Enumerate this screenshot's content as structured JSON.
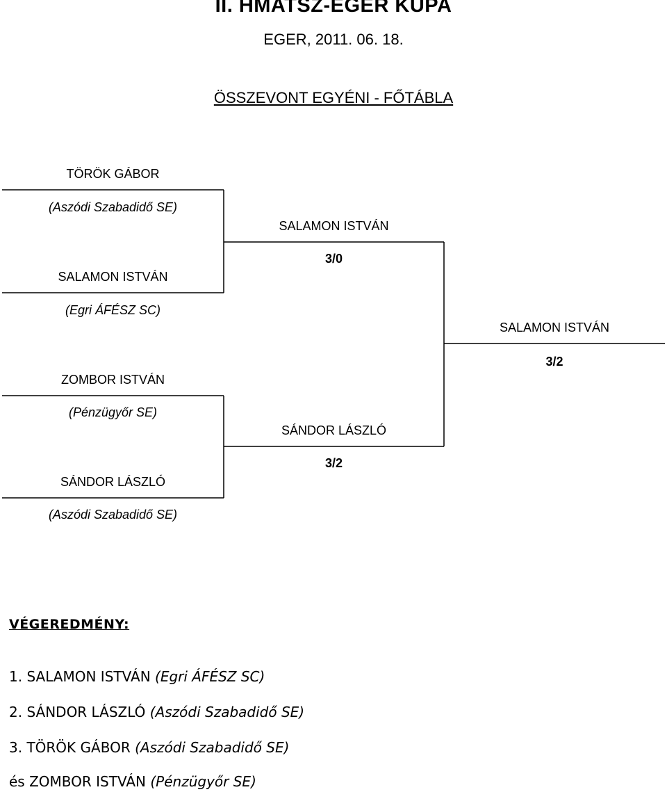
{
  "header": {
    "title": "II. HMATSZ-EGER KUPA",
    "subtitle": "EGER, 2011. 06. 18.",
    "section": "ÖSSZEVONT EGYÉNI - FŐTÁBLA"
  },
  "bracket": {
    "round1": [
      {
        "name": "TÖRÖK GÁBOR",
        "club": "(Aszódi Szabadidő SE)"
      },
      {
        "name": "SALAMON ISTVÁN",
        "club": "(Egri ÁFÉSZ SC)"
      },
      {
        "name": "ZOMBOR ISTVÁN",
        "club": "(Pénzügyőr SE)"
      },
      {
        "name": "SÁNDOR LÁSZLÓ",
        "club": "(Aszódi Szabadidő SE)"
      }
    ],
    "semifinals": [
      {
        "winner": "SALAMON ISTVÁN",
        "score": "3/0"
      },
      {
        "winner": "SÁNDOR LÁSZLÓ",
        "score": "3/2"
      }
    ],
    "final": {
      "winner": "SALAMON ISTVÁN",
      "score": "3/2"
    }
  },
  "results": {
    "heading": "VÉGEREDMÉNY:",
    "entries": [
      {
        "place": "1.",
        "name": "SALAMON ISTVÁN",
        "club": "(Egri ÁFÉSZ SC)"
      },
      {
        "place": "2.",
        "name": "SÁNDOR LÁSZLÓ",
        "club": "(Aszódi Szabadidő SE)"
      },
      {
        "place": "3.",
        "name": "TÖRÖK GÁBOR",
        "club": "(Aszódi Szabadidő SE)"
      },
      {
        "place": "és",
        "name": "ZOMBOR ISTVÁN",
        "club": "(Pénzügyőr SE)"
      }
    ]
  }
}
